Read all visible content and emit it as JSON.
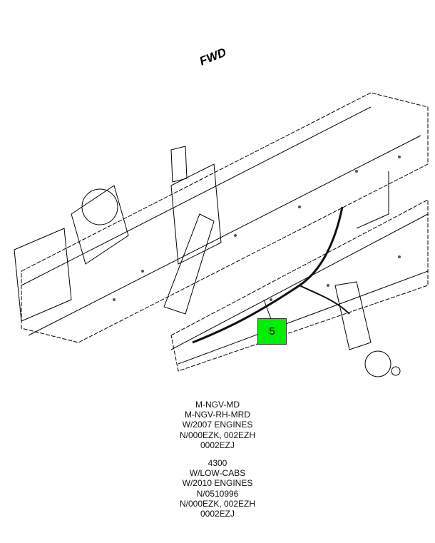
{
  "diagram": {
    "direction_label": "FWD",
    "callout": {
      "number": "5",
      "color": "#00ee00"
    },
    "notes_group_1": [
      "M-NGV-MD",
      "M-NGV-RH-MRD",
      "W/2007 ENGINES",
      "N/000EZK, 002EZH",
      "0002EZJ"
    ],
    "notes_group_2": [
      "4300",
      "W/LOW-CABS",
      "W/2010 ENGINES",
      "N/0510996",
      "N/000EZK, 002EZH",
      "0002EZJ"
    ]
  }
}
